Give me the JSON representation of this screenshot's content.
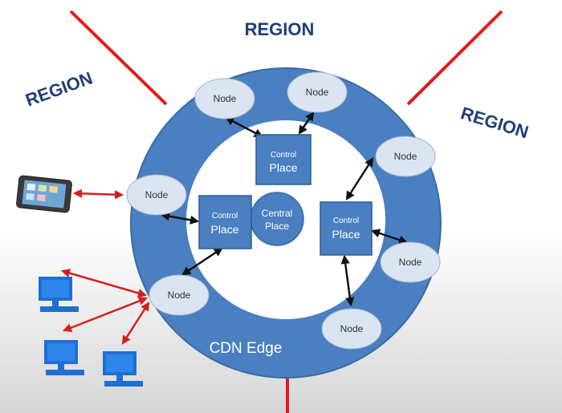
{
  "regions": [
    "REGION",
    "REGION",
    "REGION"
  ],
  "edge_label": "CDN Edge",
  "central": {
    "line1": "Central",
    "line2": "Place"
  },
  "control_places": [
    {
      "line1": "Control",
      "line2": "Place"
    },
    {
      "line1": "Control",
      "line2": "Place"
    },
    {
      "line1": "Control",
      "line2": "Place"
    }
  ],
  "nodes": [
    "Node",
    "Node",
    "Node",
    "Node",
    "Node",
    "Node",
    "Node"
  ],
  "colors": {
    "ring": "#4a7fc1",
    "ring_border": "#3b6ba6",
    "node_fill": "#dbe4f1",
    "control_fill": "#4a7fc1",
    "divider_line": "#e31a1a",
    "client_arrow": "#d42020",
    "internal_arrow": "#111111",
    "region_text": "#1f3f7a",
    "computer": "#1f6fd1"
  },
  "icons": [
    "tablet-icon",
    "desktop-computer-icon",
    "desktop-computer-icon",
    "desktop-computer-icon"
  ]
}
